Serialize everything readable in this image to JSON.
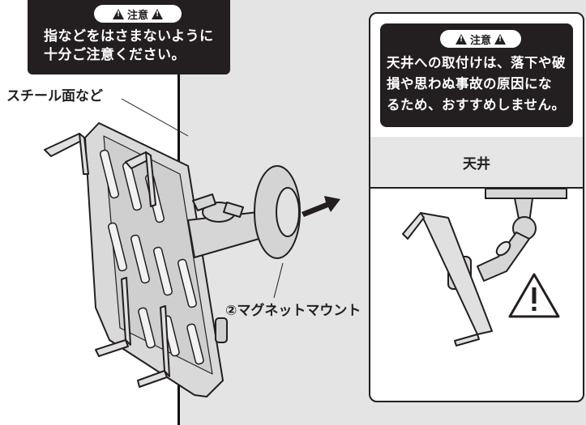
{
  "warning_top": {
    "badge": "注意",
    "lines": [
      "指などをはさまないように",
      "十分ご注意ください。"
    ]
  },
  "label_steel": "スチール面など",
  "label_magnet": "②マグネットマウント",
  "panel": {
    "warning": {
      "badge": "注意",
      "lines": [
        "天井への取付けは、落下や破",
        "損や思わぬ事故の原因にな",
        "るため、おすすめしません。"
      ]
    },
    "ceiling_label": "天井"
  },
  "colors": {
    "dark": "#231f20",
    "wall": "#e4e4e4",
    "panel_ceiling": "#e6e6e6"
  },
  "icons": [
    "warning-triangle-icon",
    "arrow-right-icon"
  ]
}
